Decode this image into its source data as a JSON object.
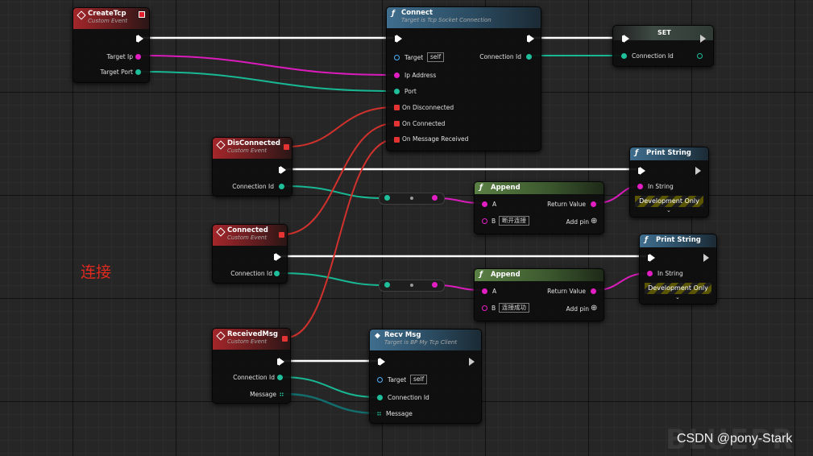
{
  "nodes": {
    "create_tcp": {
      "title": "CreateTcp",
      "subtitle": "Custom Event",
      "pins": [
        "Target Ip",
        "Target Port"
      ]
    },
    "connect": {
      "title": "Connect",
      "subtitle": "Target is Tcp Socket Connection",
      "pins": {
        "target": "Target",
        "target_value": "self",
        "ip": "Ip Address",
        "port": "Port",
        "on_disconnected": "On Disconnected",
        "on_connected": "On Connected",
        "on_message": "On Message Received",
        "connection_id": "Connection Id"
      }
    },
    "set": {
      "title": "SET",
      "connection_id": "Connection Id"
    },
    "disconnected": {
      "title": "DisConnected",
      "subtitle": "Custom Event",
      "connection_id": "Connection Id"
    },
    "connected": {
      "title": "Connected",
      "subtitle": "Custom Event",
      "connection_id": "Connection Id"
    },
    "received": {
      "title": "ReceivedMsg",
      "subtitle": "Custom Event",
      "connection_id": "Connection Id",
      "message": "Message"
    },
    "print1": {
      "title": "Print String",
      "in_string": "In String",
      "dev_only": "Development Only"
    },
    "print2": {
      "title": "Print String",
      "in_string": "In String",
      "dev_only": "Development Only"
    },
    "append1": {
      "title": "Append",
      "a": "A",
      "b": "B",
      "b_value": "断开连接",
      "return": "Return Value",
      "add_pin": "Add pin"
    },
    "append2": {
      "title": "Append",
      "a": "A",
      "b": "B",
      "b_value": "连接成功",
      "return": "Return Value",
      "add_pin": "Add pin"
    },
    "recv": {
      "title": "Recv Msg",
      "subtitle": "Target is BP My Tcp Client",
      "target": "Target",
      "target_value": "self",
      "connection_id": "Connection Id",
      "message": "Message"
    }
  },
  "comment": "连接",
  "watermark": "CSDN @pony-Stark",
  "faint_text": "BLUEPR",
  "colors": {
    "exec": "#ffffff",
    "string": "#e21ec2",
    "int": "#1ebf9a",
    "delegate": "#e33333",
    "object": "#4ab2ff"
  }
}
